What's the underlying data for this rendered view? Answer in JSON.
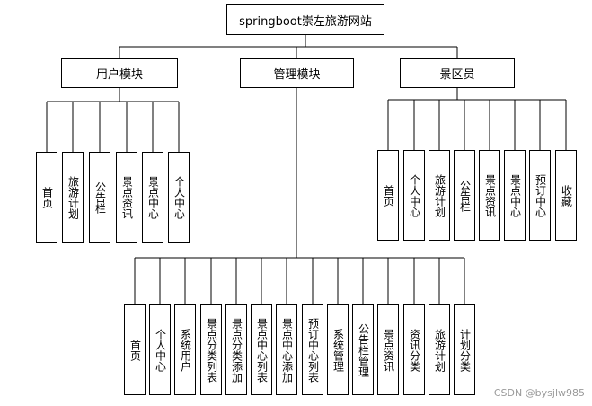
{
  "root": "springboot崇左旅游网站",
  "modules": [
    {
      "label": "用户模块",
      "children": [
        "首页",
        "旅游计划",
        "公告栏",
        "景点资讯",
        "景点中心",
        "个人中心"
      ]
    },
    {
      "label": "管理模块",
      "children": [
        "首页",
        "个人中心",
        "系统用户",
        "景点分类列表",
        "景点分类添加",
        "景点中心列表",
        "景点中心添加",
        "预订中心列表",
        "系统管理",
        "公告栏管理",
        "景点资讯",
        "资讯分类",
        "旅游计划",
        "计划分类"
      ]
    },
    {
      "label": "景区员",
      "children": [
        "首页",
        "个人中心",
        "旅游计划",
        "公告栏",
        "景点资讯",
        "景点中心",
        "预订中心",
        "收藏"
      ]
    }
  ],
  "watermark": "CSDN @bysjlw985"
}
